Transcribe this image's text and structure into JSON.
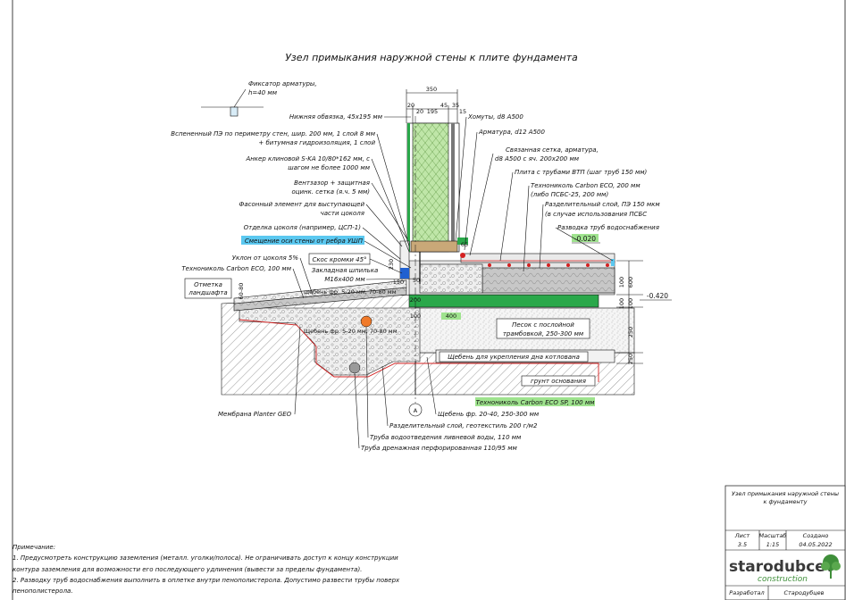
{
  "title": "Узел примыкания наружной стены к плите фундамента",
  "labels": {
    "fixator": [
      "Фиксатор арматуры,",
      "h=40 мм"
    ],
    "lower_binding": "Нижняя обвязка, 45х195 мм",
    "foam_pe": [
      "Вспененный ПЭ по периметру стен, шир. 200 мм, 1 слой 8 мм",
      "+ битумная гидроизоляция, 1 слой"
    ],
    "anchor": [
      "Анкер клиновой S-KA 10/80*162 мм, с",
      "шагом не более 1000 мм"
    ],
    "vent_gap": [
      "Вентзазор + защитная",
      "оцинк. сетка (я.ч. 5 мм)"
    ],
    "shaped_element": [
      "Фасонный элемент для выступающей",
      "части цоколя"
    ],
    "plinth_finish": "Отделка цоколя (например, ЦСП-1)",
    "axis_offset": "Смещение оси стены от ребра УШП",
    "slope": "Уклон от цоколя 5%",
    "bevel": "Скос кромки 45°",
    "stud": [
      "Закладная шпилька",
      "М16х400 мм"
    ],
    "techno_100": "Технониколь Carbon ECO, 100 мм",
    "landscape_mark": [
      "Отметка",
      "ландшафта"
    ],
    "clamps": "Хомуты, d8 А500",
    "rebar": "Арматура, d12 А500",
    "tied_mesh": [
      "Связанная сетка, арматура,",
      "d8 А500 с яч. 200х200 мм"
    ],
    "slab_vtp": "Плита с трубами ВТП (шаг труб 150 мм)",
    "techno_200": [
      "Технониколь Carbon ECO, 200 мм",
      "(либо ПСБС-25, 200 мм)"
    ],
    "sep_pe": [
      "Разделительный слой, ПЭ 150 мкм",
      "(в случае использования ПСБС"
    ],
    "water_pipes": "Разводка труб водоснабжения",
    "crushed_fr": "щебень фр. 5-20 мм, 70-80 мм",
    "crushed_fr2": "Щебень фр. 5-20 мм, 70-80 мм",
    "sand": [
      "Песок с послойной",
      "трамбовкой, 250-300 мм"
    ],
    "gravel_pit": "Щебень для укрепления дна котлована",
    "base_soil": "грунт основания",
    "techno_sp": "Технониколь Carbon ECO SP, 100 мм",
    "membrane": "Мембрана Planter GEO",
    "crushed_2040": "Щебень фр. 20-40, 250-300 мм",
    "geotextile": "Разделительный слой, геотекстиль 200 г/м2",
    "storm_pipe": "Труба водоотведения ливневой воды, 110 мм",
    "drain_pipe": "Труба дренажная перфорированная 110/95 мм",
    "axis_mark": "А"
  },
  "dimensions": {
    "d350": "350",
    "d20a": "20",
    "d20b": "20",
    "d195": "195",
    "d45": "45",
    "d35": "35",
    "d15": "15",
    "d200": "200",
    "d100a": "100",
    "d100b": "100",
    "d400": "400",
    "d600": "600",
    "d250a": "250",
    "d250b": "250",
    "d100c": "100",
    "d100d": "100",
    "d60_80": "60-80",
    "d50": "50",
    "d230": "230",
    "d150": "150",
    "d65": "65",
    "level_1": "-0.020",
    "level_2": "-0.420"
  },
  "notes": [
    "Примечание:",
    "1. Предусмотреть конструкцию заземления (металл. уголки/полоса). Не ограничивать доступ к концу конструкции",
    "контура заземления для возможности его последующего удлинения (вывести за пределы фундамента).",
    "2. Разводку труб водоснабжения выполнить в оплетке внутри пенополистерола. Допустимо развести трубы поверх",
    "пенополистерола."
  ],
  "title_block": {
    "name": [
      "Узел примыкания наружной стены",
      "к фундаменту"
    ],
    "sheet_label": "Лист",
    "sheet": "3.5",
    "scale_label": "Масштаб",
    "scale": "1:15",
    "created_label": "Создано",
    "created": "04.05.2022",
    "company": "starodubcev",
    "company_sub": "construction",
    "developer_label": "Разработал",
    "developer": "Стародубцев"
  },
  "colors": {
    "insulation_green": "#2aa84a",
    "concrete": "#e6e6e6",
    "mesh_red": "#d42020",
    "pipe_orange": "#f07a2a",
    "highlight_blue": "#5bc8f0",
    "highlight_green": "#9fe38e",
    "logo_green": "#3f8f3a"
  }
}
